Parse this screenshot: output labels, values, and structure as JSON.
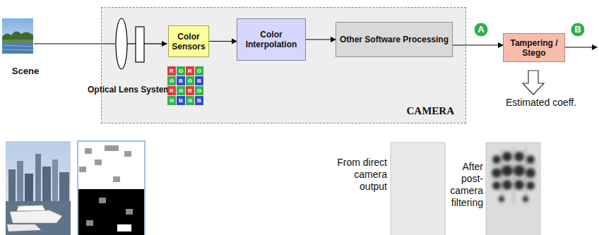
{
  "diagram": {
    "nodes": [
      {
        "text": [
          "CAMERA"
        ]
      },
      {
        "text": [
          "Color Sensors"
        ],
        "in": 0
      },
      {
        "text": [
          "Color Interpolation"
        ],
        "in": 0
      },
      {
        "text": [
          "Other Software Processing"
        ],
        "in": 0
      },
      {
        "text": [
          "A"
        ]
      },
      {
        "text": [
          "Tampering / Stego"
        ]
      },
      {
        "text": [
          "B"
        ]
      }
    ],
    "edges": [
      {
        "from": 1,
        "to": 2,
        "arrow": "to"
      },
      {
        "from": 2,
        "to": 3,
        "arrow": "to"
      },
      {
        "from": 3,
        "to": 5,
        "arrow": "to"
      }
    ],
    "labels": [
      "Scene",
      "Optical Lens System",
      "R",
      "G",
      "R",
      "G",
      "G",
      "B",
      "G",
      "B",
      "R",
      "G",
      "R",
      "G",
      "G",
      "B",
      "G",
      "B",
      "Estimated coeff.",
      "From direct camera output",
      "After post-camera filtering"
    ]
  }
}
